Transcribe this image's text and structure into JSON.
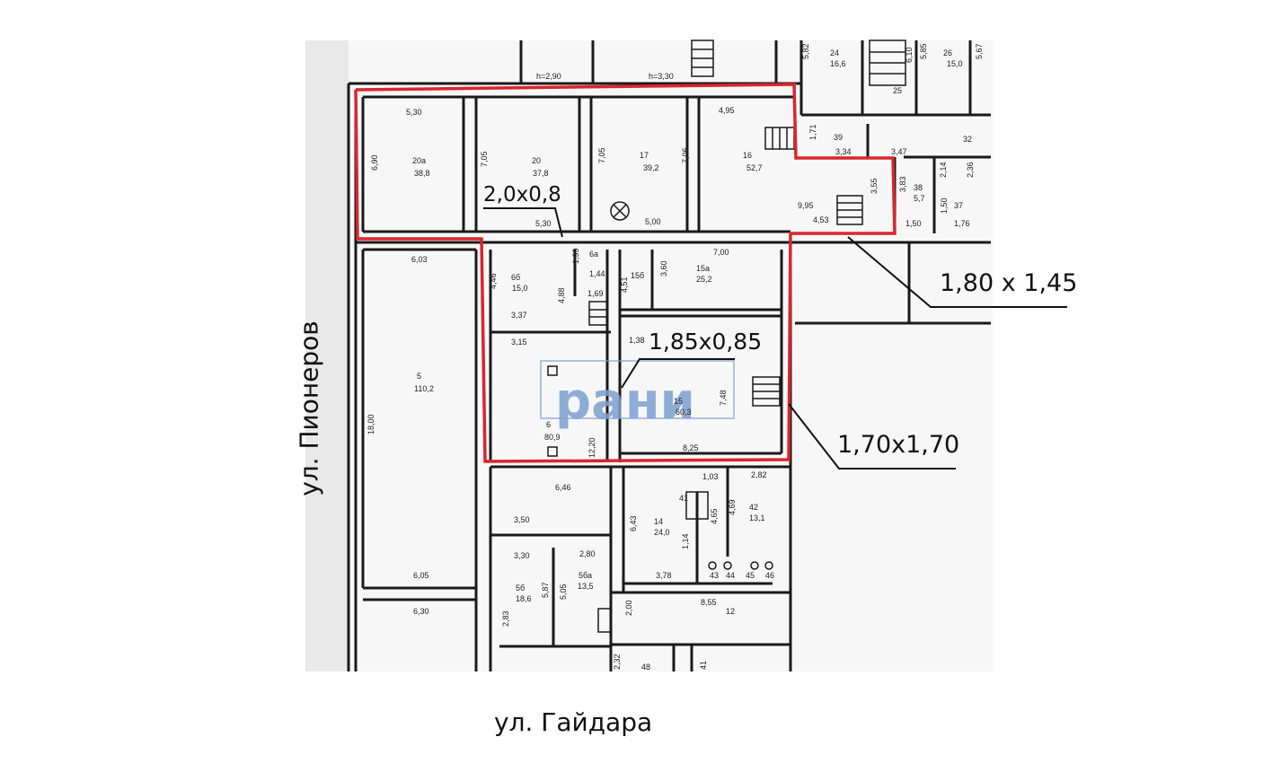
{
  "streets": {
    "left": "ул. Пионеров",
    "bottom": "ул. Гайдара"
  },
  "callouts": {
    "door_a": "2,0х0,8",
    "door_b": "1,80 х 1,45",
    "door_c": "1,85х0,85",
    "door_d": "1,70х1,70"
  },
  "watermark": "рани",
  "colors": {
    "highlight": "#d9262c",
    "walls": "#1a1a1a",
    "watermark": "#7d9fd0"
  },
  "plan_labels": {
    "h1": "h=2,90",
    "h2": "h=3,30",
    "r24": "24",
    "r24a": "16,6",
    "d582": "5,82",
    "r25": "25",
    "r26": "26",
    "r26a": "15,0",
    "d585": "5,85",
    "d567": "5,67",
    "d610": "6,10",
    "d530": "5,30",
    "d690": "6,90",
    "r20a": "20а",
    "r20aa": "38,8",
    "d705": "7,05",
    "r20": "20",
    "r20aa2": "37,8",
    "d705b": "7,05",
    "r17": "17",
    "r17a": "39,2",
    "d495": "4,95",
    "d706": "7,06",
    "r16": "16",
    "r16a": "52,7",
    "d171": "1,71",
    "r39": "39",
    "d334": "3,34",
    "d347": "3,47",
    "r32": "32",
    "d355": "3,55",
    "d995": "9,95",
    "d453": "4,53",
    "d383": "3,83",
    "r38": "38",
    "r38a": "5,7",
    "d214": "2,14",
    "d236": "2,36",
    "d150": "1,50",
    "r37": "37",
    "d150b": "1,50",
    "d176": "1,76",
    "d530b": "5,30",
    "d500": "5,00",
    "d603": "6,03",
    "d446": "4,46",
    "r66": "6б",
    "r66a": "15,0",
    "d199": "1,99",
    "r6a": "6а",
    "d144": "1,44",
    "d488": "4,88",
    "d169": "1,69",
    "d337": "3,37",
    "d315": "3,15",
    "d451": "4,51",
    "r156": "15б",
    "d360": "3,60",
    "d700": "7,00",
    "r15a": "15а",
    "r15aa": "25,2",
    "r5": "5",
    "r5a": "110,2",
    "d1800": "18,00",
    "d138": "1,38",
    "r15": "15",
    "r15b": "60,3",
    "d748": "7,48",
    "r6": "6",
    "r6b": "80,9",
    "d825": "8,25",
    "d1220": "12,20",
    "d646": "6,46",
    "d103": "1,03",
    "d282": "2,82",
    "r41": "41",
    "d465": "4,65",
    "d469": "4,69",
    "r42": "42",
    "r42a": "13,1",
    "d643": "6,43",
    "r14": "14",
    "r14a": "24,0",
    "d114": "1,14",
    "d350": "3,50",
    "d330": "3,30",
    "d280": "2,80",
    "r56": "5б",
    "r56a": "18,6",
    "d587": "5,87",
    "r56b": "5ба",
    "r56bb": "13,5",
    "d505": "5,05",
    "d378": "3,78",
    "r43": "43",
    "r44": "44",
    "r45": "45",
    "r46": "46",
    "d605": "6,05",
    "d630": "6,30",
    "d283": "2,83",
    "d200": "2,00",
    "d855": "8,55",
    "r12": "12",
    "d232": "2,32",
    "r48": "48",
    "r41b": "41"
  }
}
